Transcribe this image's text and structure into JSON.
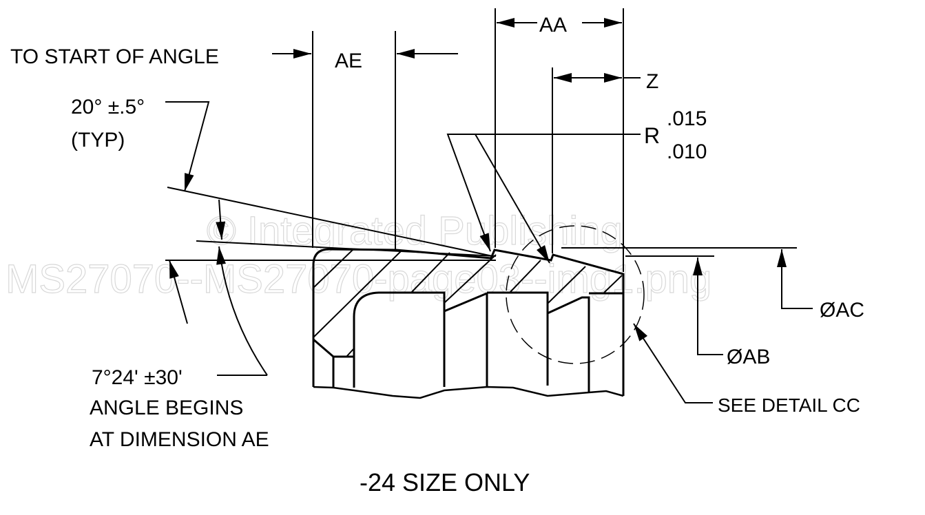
{
  "drawing": {
    "labels": {
      "to_start": "TO START OF ANGLE",
      "ae": "AE",
      "aa": "AA",
      "z": "Z",
      "angle20": "20° ±.5°",
      "typ": "(TYP)",
      "r": "R",
      "r_max": ".015",
      "r_min": ".010",
      "dia_ac": "ØAC",
      "dia_ab": "ØAB",
      "see_detail": "SEE DETAIL CC",
      "angle7": "7°24' ±30'",
      "angle_begins": "ANGLE BEGINS",
      "at_dimension": "AT DIMENSION AE",
      "caption": "-24 SIZE ONLY"
    },
    "watermark": {
      "line1": "© Integrated Publishing",
      "line2": "MS27070--MS27070-page03--img1.png"
    }
  }
}
